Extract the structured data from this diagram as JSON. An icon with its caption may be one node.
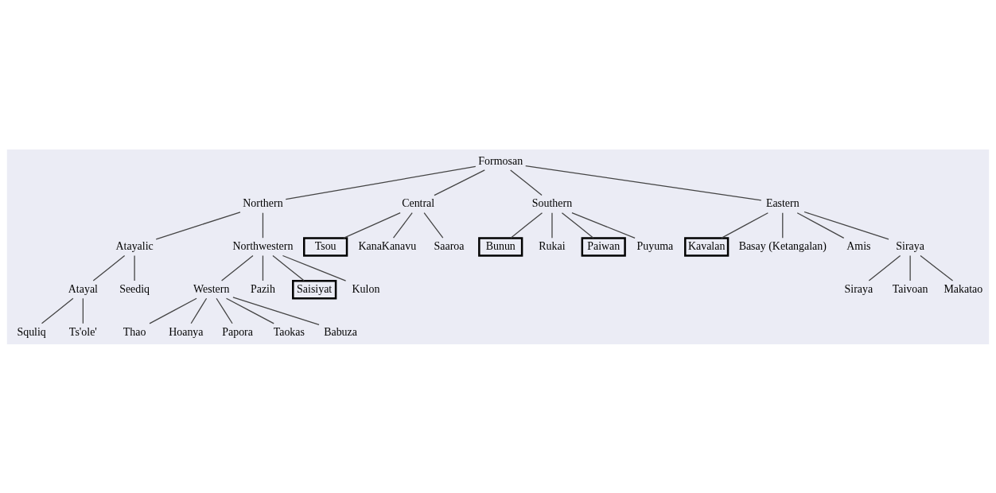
{
  "diagram": {
    "nodes": [
      {
        "text": [
          "Formosan"
        ]
      },
      {
        "text": [
          "Northern"
        ]
      },
      {
        "text": [
          "Central"
        ]
      },
      {
        "text": [
          "Southern"
        ]
      },
      {
        "text": [
          "Eastern"
        ]
      },
      {
        "text": [
          "Atayalic"
        ]
      },
      {
        "text": [
          "Northwestern"
        ]
      },
      {
        "text": [
          "Tsou"
        ]
      },
      {
        "text": [
          "Bunun"
        ]
      },
      {
        "text": [
          "Atayal"
        ]
      },
      {
        "text": [
          "Seediq"
        ]
      },
      {
        "text": [
          "Western"
        ]
      },
      {
        "text": [
          "KanaKanavu"
        ]
      },
      {
        "text": [
          "Saaroa"
        ]
      },
      {
        "text": [
          "Rukai"
        ]
      },
      {
        "text": [
          "Kavalan"
        ]
      },
      {
        "text": [
          "Basay (Ketangalan)"
        ]
      },
      {
        "text": [
          "Amis"
        ]
      },
      {
        "text": [
          "Siraya"
        ]
      },
      {
        "text": [
          "Squliq"
        ]
      },
      {
        "text": [
          "Ts'ole'"
        ]
      },
      {
        "text": [
          "Pazih"
        ]
      },
      {
        "text": [
          "Thao"
        ]
      },
      {
        "text": [
          "Paiwan"
        ]
      },
      {
        "text": [
          "Puyuma"
        ]
      },
      {
        "text": [
          "Siraya"
        ]
      },
      {
        "text": [
          "Taivoan"
        ]
      },
      {
        "text": [
          "Makatao"
        ]
      },
      {
        "text": [
          "Saisiyat"
        ]
      },
      {
        "text": [
          "Kulon"
        ]
      },
      {
        "text": [
          "Hoanya"
        ]
      },
      {
        "text": [
          "Papora"
        ]
      },
      {
        "text": [
          "Taokas"
        ]
      },
      {
        "text": [
          "Babuza"
        ]
      }
    ],
    "edges": [
      {
        "from": 0,
        "to": 1,
        "arrow": "none"
      },
      {
        "from": 0,
        "to": 2,
        "arrow": "none"
      },
      {
        "from": 0,
        "to": 3,
        "arrow": "none"
      },
      {
        "from": 0,
        "to": 4,
        "arrow": "none"
      },
      {
        "from": 1,
        "to": 5,
        "arrow": "none"
      },
      {
        "from": 1,
        "to": 6,
        "arrow": "none"
      },
      {
        "from": 5,
        "to": 9,
        "arrow": "none"
      },
      {
        "from": 5,
        "to": 10,
        "arrow": "none"
      },
      {
        "from": 9,
        "to": 19,
        "arrow": "none"
      },
      {
        "from": 9,
        "to": 20,
        "arrow": "none"
      },
      {
        "from": 6,
        "to": 28,
        "arrow": "none"
      },
      {
        "from": 6,
        "to": 29,
        "arrow": "none"
      },
      {
        "from": 6,
        "to": 21,
        "arrow": "none"
      },
      {
        "from": 6,
        "to": 11,
        "arrow": "none"
      },
      {
        "from": 11,
        "to": 32,
        "arrow": "none"
      },
      {
        "from": 11,
        "to": 33,
        "arrow": "none"
      },
      {
        "from": 11,
        "to": 31,
        "arrow": "none"
      },
      {
        "from": 11,
        "to": 30,
        "arrow": "none"
      },
      {
        "from": 11,
        "to": 22,
        "arrow": "none"
      },
      {
        "from": 2,
        "to": 7,
        "arrow": "none"
      },
      {
        "from": 2,
        "to": 12,
        "arrow": "none"
      },
      {
        "from": 2,
        "to": 13,
        "arrow": "none"
      },
      {
        "from": 3,
        "to": 8,
        "arrow": "none"
      },
      {
        "from": 3,
        "to": 14,
        "arrow": "none"
      },
      {
        "from": 3,
        "to": 23,
        "arrow": "none"
      },
      {
        "from": 3,
        "to": 24,
        "arrow": "none"
      },
      {
        "from": 4,
        "to": 15,
        "arrow": "none"
      },
      {
        "from": 4,
        "to": 16,
        "arrow": "none"
      },
      {
        "from": 4,
        "to": 17,
        "arrow": "none"
      },
      {
        "from": 4,
        "to": 18,
        "arrow": "none"
      },
      {
        "from": 18,
        "to": 25,
        "arrow": "none"
      },
      {
        "from": 18,
        "to": 26,
        "arrow": "none"
      },
      {
        "from": 18,
        "to": 27,
        "arrow": "none"
      }
    ]
  }
}
